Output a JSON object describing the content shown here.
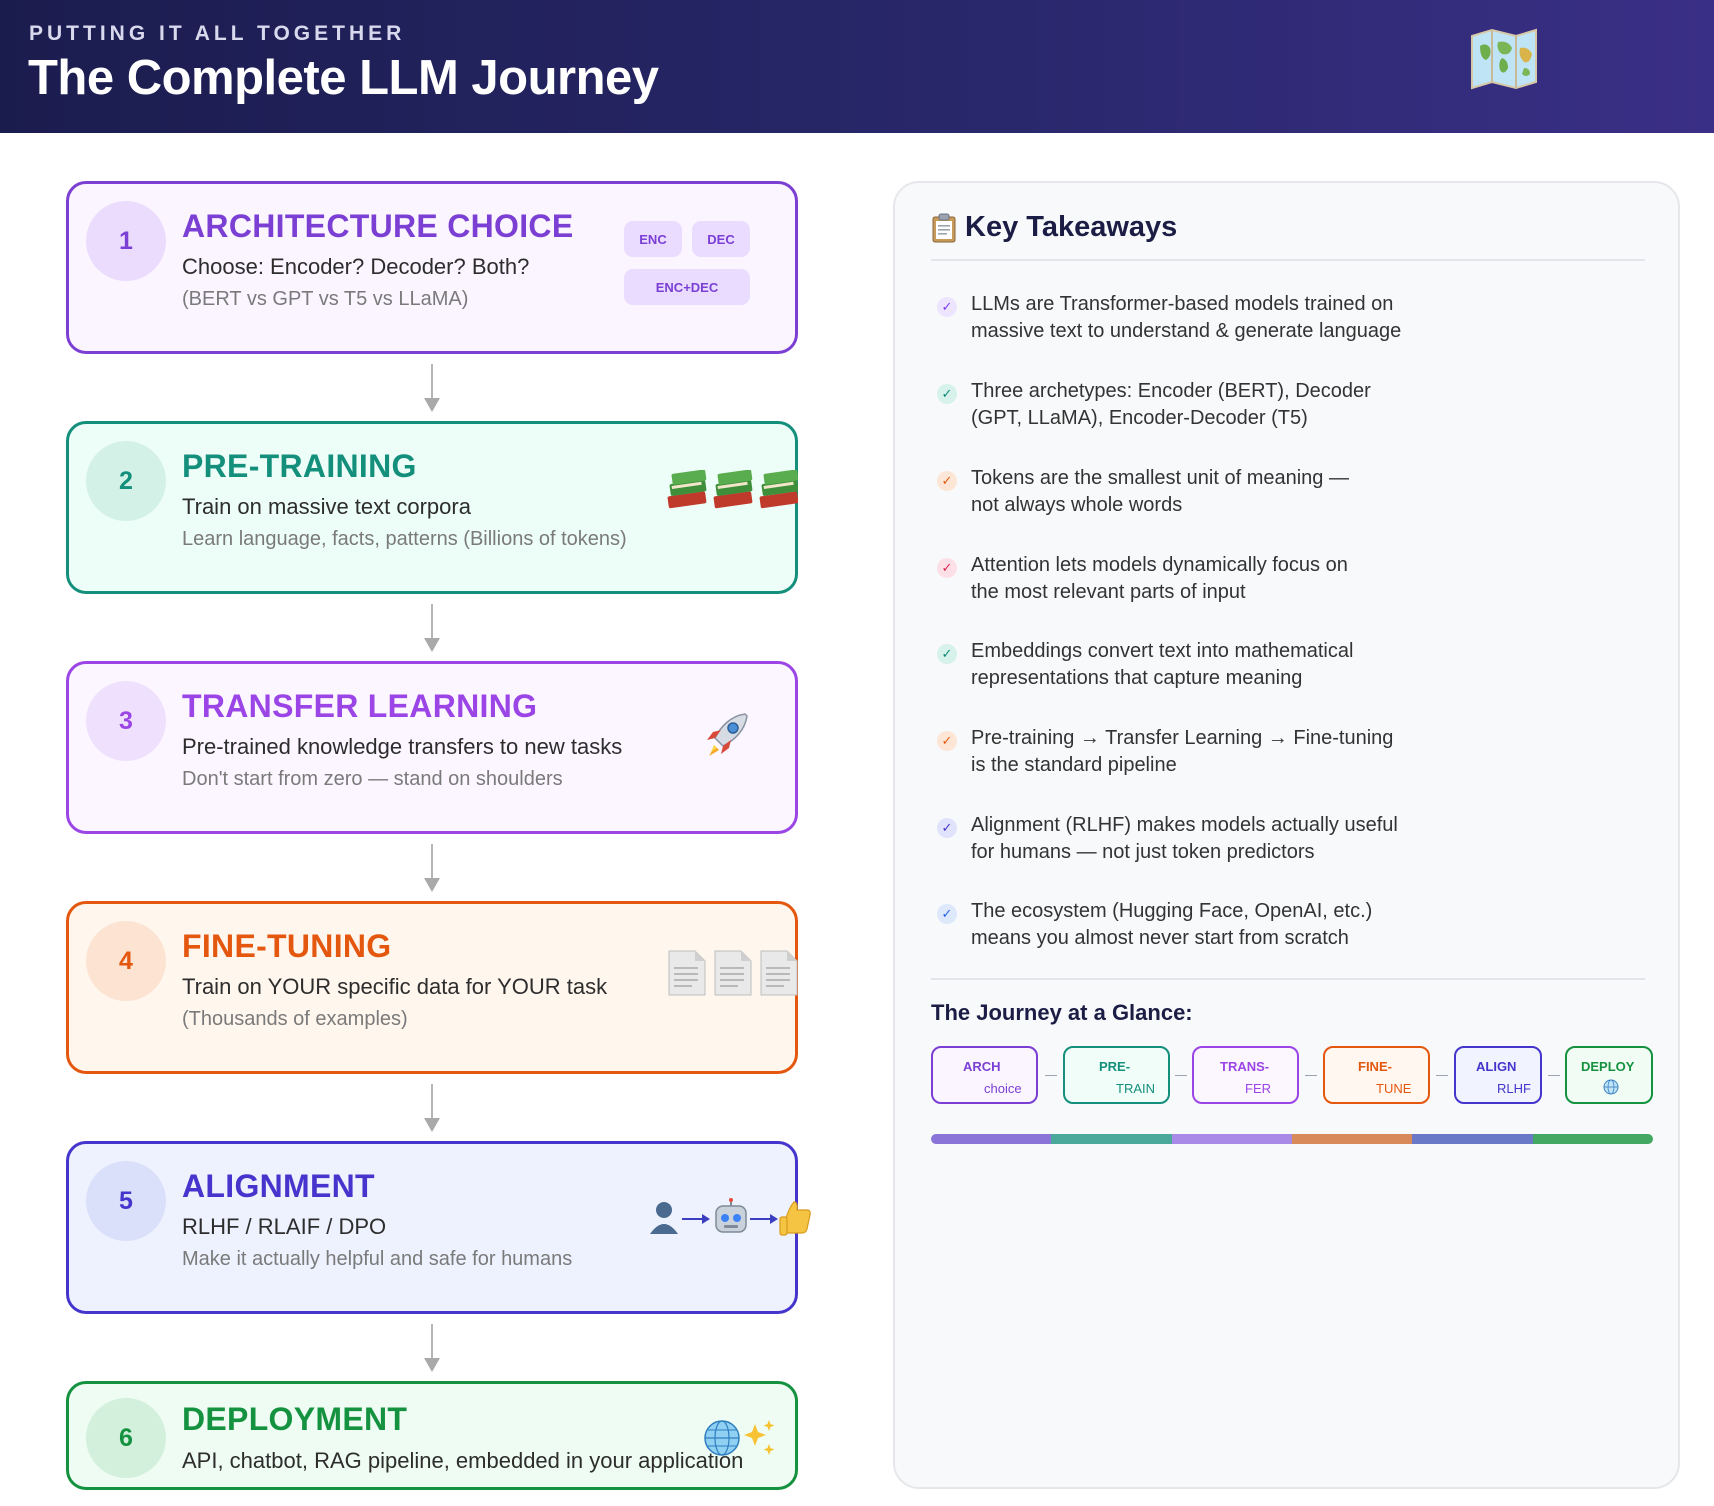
{
  "header": {
    "eyebrow": "PUTTING IT ALL TOGETHER",
    "title": "The Complete LLM Journey",
    "icon": "map-icon"
  },
  "steps": [
    {
      "num": "1",
      "title": "ARCHITECTURE CHOICE",
      "desc": "Choose: Encoder? Decoder? Both?",
      "note": "(BERT vs GPT vs T5 vs LLaMA)",
      "chips": [
        "ENC",
        "DEC",
        "ENC+DEC"
      ],
      "color": "#7b3fd4",
      "bg": "#faf5ff",
      "circle": "#ebdcfd"
    },
    {
      "num": "2",
      "title": "PRE-TRAINING",
      "desc": "Train on massive text corpora",
      "note": "Learn language, facts, patterns (Billions of tokens)",
      "icon": "books-icon",
      "color": "#138f7c",
      "bg": "#edfdf7",
      "circle": "#d4f1e8"
    },
    {
      "num": "3",
      "title": "TRANSFER LEARNING",
      "desc": "Pre-trained knowledge transfers to new tasks",
      "note": "Don't start from zero — stand on shoulders",
      "icon": "rocket-icon",
      "color": "#9b45e6",
      "bg": "#fbf6ff",
      "circle": "#efe1fd"
    },
    {
      "num": "4",
      "title": "FINE-TUNING",
      "desc": "Train on YOUR specific data for YOUR task",
      "note": "(Thousands of examples)",
      "icon": "document-icon",
      "color": "#e4570f",
      "bg": "#fff6ee",
      "circle": "#fde3d2"
    },
    {
      "num": "5",
      "title": "ALIGNMENT",
      "desc": "RLHF / RLAIF / DPO",
      "note": "Make it actually helpful and safe for humans",
      "icon": "human-robot-thumbsup-icon",
      "color": "#4535cc",
      "bg": "#eef2ff",
      "circle": "#dbe0fa"
    },
    {
      "num": "6",
      "title": "DEPLOYMENT",
      "desc": "API, chatbot, RAG pipeline, embedded in your application",
      "note": "",
      "icon": "globe-sparkles-icon",
      "color": "#15923f",
      "bg": "#effcf3",
      "circle": "#d3f0dc"
    }
  ],
  "takeaways": {
    "title": "Key Takeaways",
    "icon": "clipboard-icon",
    "items": [
      {
        "l1": "LLMs are Transformer-based models trained on",
        "l2": "massive text to understand & generate language",
        "color": "#7c3aed",
        "bg": "#ede4ff"
      },
      {
        "l1": "Three archetypes: Encoder (BERT), Decoder",
        "l2": "(GPT, LLaMA), Encoder-Decoder (T5)",
        "color": "#0f8a78",
        "bg": "#d7f2ea"
      },
      {
        "l1": "Tokens are the smallest unit of meaning —",
        "l2": "not always whole words",
        "color": "#e45a10",
        "bg": "#fde6d6"
      },
      {
        "l1": "Attention lets models dynamically focus on",
        "l2": "the most relevant parts of input",
        "color": "#dc2656",
        "bg": "#fde0e7"
      },
      {
        "l1": "Embeddings convert text into mathematical",
        "l2": "representations that capture meaning",
        "color": "#0f8a78",
        "bg": "#d7f2ea"
      },
      {
        "l1": "Pre-training → Transfer Learning → Fine-tuning",
        "l2": "is the standard pipeline",
        "color": "#e45a10",
        "bg": "#fde6d6"
      },
      {
        "l1": "Alignment (RLHF) makes models actually useful",
        "l2": "for humans — not just token predictors",
        "color": "#4338ca",
        "bg": "#e0e3fb"
      },
      {
        "l1": "The ecosystem (Hugging Face, OpenAI, etc.)",
        "l2": "means you almost never start from scratch",
        "color": "#2563eb",
        "bg": "#dde8fb"
      }
    ],
    "check": "✓"
  },
  "glance": {
    "title": "The Journey at a Glance:",
    "stages": [
      {
        "l1": "ARCH",
        "l2": "choice",
        "color": "#7b3fd4",
        "bg": "#faf5ff"
      },
      {
        "l1": "PRE-",
        "l2": "TRAIN",
        "color": "#138f7c",
        "bg": "#f0fdf9"
      },
      {
        "l1": "TRANS-",
        "l2": "FER",
        "color": "#9b45e6",
        "bg": "#fcf7ff"
      },
      {
        "l1": "FINE-",
        "l2": "TUNE",
        "color": "#e4570f",
        "bg": "#fff7f0"
      },
      {
        "l1": "ALIGN",
        "l2": "RLHF",
        "color": "#4535cc",
        "bg": "#f1f3ff"
      },
      {
        "l1": "DEPLOY",
        "l2": "",
        "icon": "globe-icon",
        "color": "#15923f",
        "bg": "#f1fcf4"
      }
    ],
    "bar_colors": [
      "#8a74d8",
      "#4aa99a",
      "#a98ae6",
      "#d88a5a",
      "#6a78c8",
      "#43a862"
    ]
  }
}
